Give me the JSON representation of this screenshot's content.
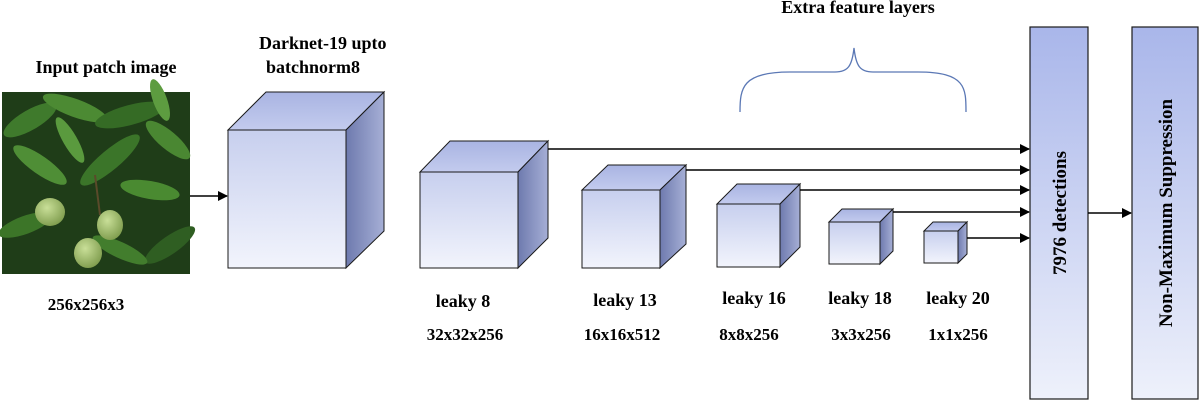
{
  "input": {
    "title": "Input patch image",
    "size": "256x256x3"
  },
  "backbone": {
    "title_line1": "Darknet-19 upto",
    "title_line2": "batchnorm8"
  },
  "extra_layers_title": "Extra feature layers",
  "layers": [
    {
      "name": "leaky 8",
      "size": "32x32x256"
    },
    {
      "name": "leaky 13",
      "size": "16x16x512"
    },
    {
      "name": "leaky 16",
      "size": "8x8x256"
    },
    {
      "name": "leaky 18",
      "size": "3x3x256"
    },
    {
      "name": "leaky 20",
      "size": "1x1x256"
    }
  ],
  "detections_label": "7976 detections",
  "nms_label": "Non-Maximum Suppression",
  "colors": {
    "box_front_top": "#c7cfee",
    "box_front_bottom": "#f2f4fc",
    "box_top": "#b7c0e6",
    "box_side": "#7f8aba",
    "box_stroke": "#1a1a1a",
    "brace": "#5b78b5",
    "leaf_dark": "#1f3d18",
    "leaf_mid": "#3f7a2c",
    "mango": "#9fbf6a"
  }
}
